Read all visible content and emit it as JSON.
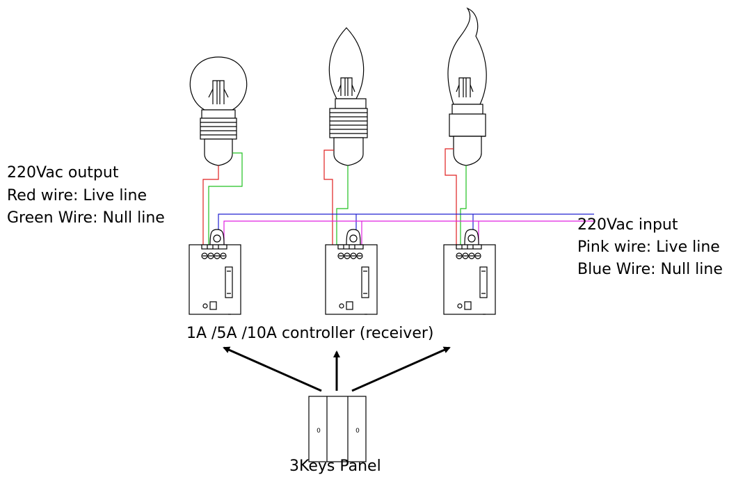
{
  "labels": {
    "output_title": "220Vac output",
    "output_red": "Red wire: Live line",
    "output_green": "Green Wire: Null line",
    "input_title": "220Vac input",
    "input_pink": "Pink wire: Live line",
    "input_blue": "Blue Wire: Null line",
    "controller": "1A /5A /10A controller (receiver)",
    "panel": "3Keys Panel",
    "panel_key_left": "0",
    "panel_key_right": "0"
  },
  "bulbs": [
    {
      "name": "bulb-globe",
      "shape": "globe"
    },
    {
      "name": "bulb-candle",
      "shape": "candle"
    },
    {
      "name": "bulb-flame-tip",
      "shape": "flame-tip"
    }
  ],
  "colors": {
    "live_out": "#e02020",
    "null_out": "#20c020",
    "live_in": "#e020e0",
    "null_in": "#2020d0",
    "outline": "#000000"
  }
}
